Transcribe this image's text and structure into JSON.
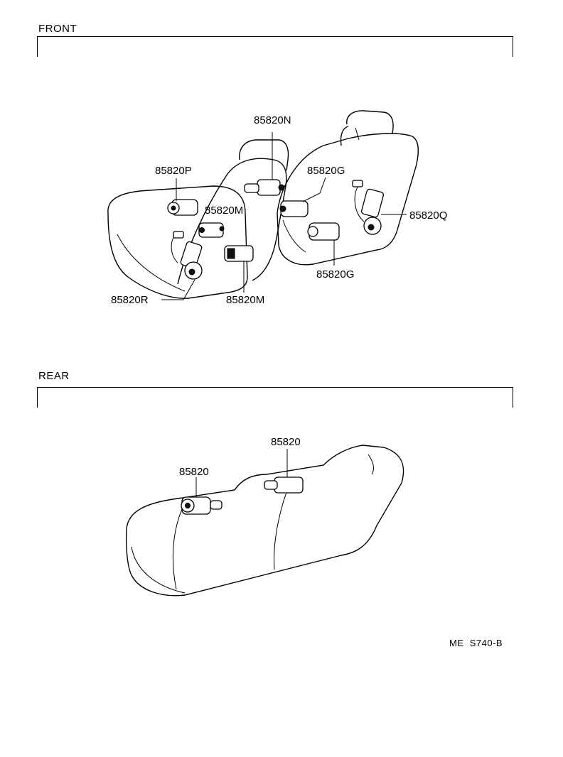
{
  "sections": {
    "front_label": "FRONT",
    "rear_label": "REAR"
  },
  "parts": {
    "front": {
      "n": "85820N",
      "p": "85820P",
      "g_top": "85820G",
      "m_top": "85820M",
      "q": "85820Q",
      "r": "85820R",
      "m_bottom": "85820M",
      "g_bottom": "85820G"
    },
    "rear": {
      "left": "85820",
      "right": "85820"
    }
  },
  "footer": {
    "code": "ME  S740-B"
  }
}
